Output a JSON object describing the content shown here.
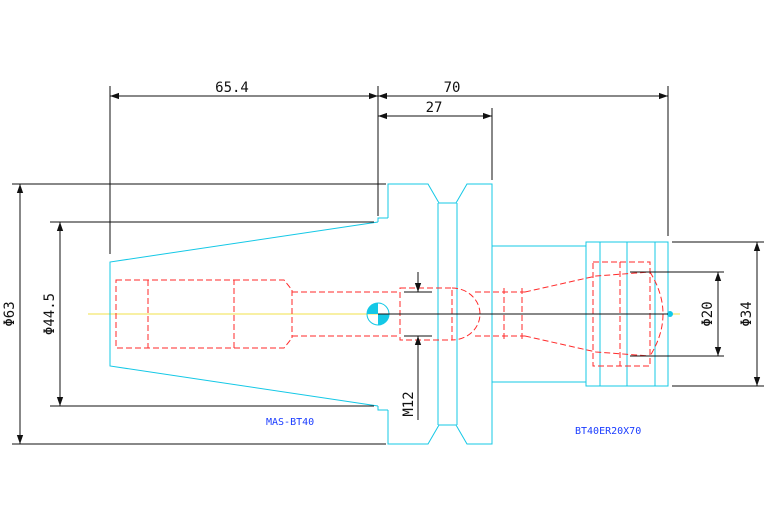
{
  "dimensions": {
    "shank_length": "65.4",
    "overall_length": "70",
    "flange_length": "27",
    "flange_diameter": "Φ63",
    "taper_diameter": "Φ44.5",
    "thread": "M12",
    "collet_bore": "Φ20",
    "nut_diameter": "Φ34"
  },
  "labels": {
    "shank_name": "MAS-BT40",
    "holder_name": "BT40ER20X70"
  },
  "colors": {
    "outline": "#14c8e6",
    "hidden": "#ff2a2a",
    "dimension": "#111111",
    "label": "#1a3cff",
    "centerline": "#f2e14a"
  }
}
